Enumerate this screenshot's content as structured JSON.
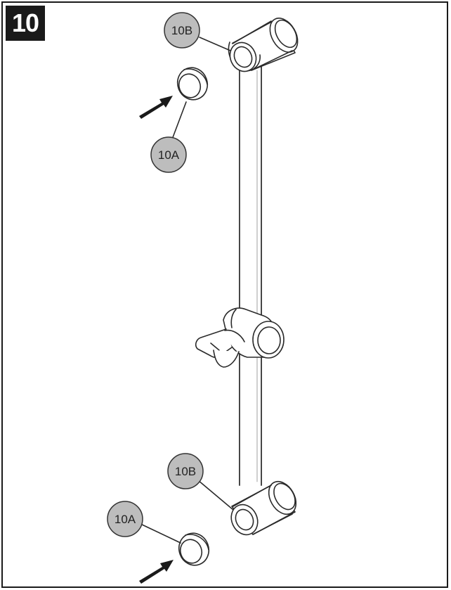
{
  "step": {
    "number": "10"
  },
  "callouts": {
    "top_bracket": "10B",
    "top_cap": "10A",
    "bottom_bracket": "10B",
    "bottom_cap": "10A"
  },
  "colors": {
    "callout_fill": "#bdbdbd",
    "line": "#2a2a2a",
    "badge": "#1a1a1a"
  }
}
